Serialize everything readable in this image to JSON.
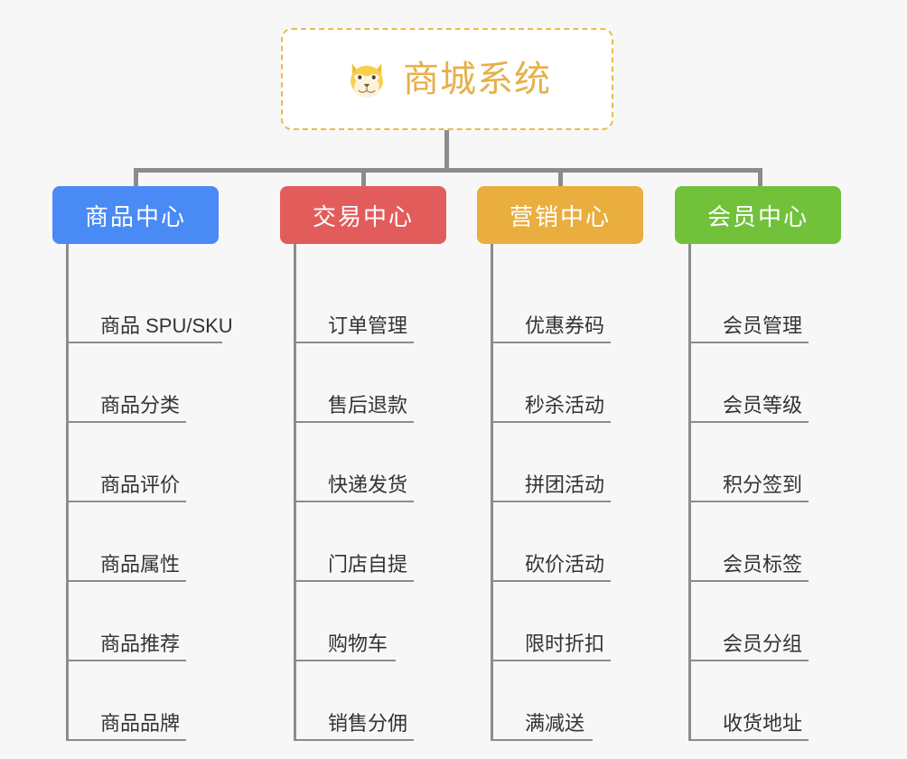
{
  "page": {
    "background_color": "#f7f7f7",
    "line_color": "#8c8c8c",
    "leaf_text_color": "#333333"
  },
  "root": {
    "title": "商城系统",
    "icon": "shiba-dog-face-icon",
    "border_color": "#edb94d",
    "text_color": "#e6b04a",
    "background_color": "#ffffff"
  },
  "branches": [
    {
      "title": "商品中心",
      "color": "#4a8af4",
      "items": [
        {
          "label": "商品 SPU/SKU"
        },
        {
          "label": "商品分类"
        },
        {
          "label": "商品评价"
        },
        {
          "label": "商品属性"
        },
        {
          "label": "商品推荐"
        },
        {
          "label": "商品品牌"
        }
      ]
    },
    {
      "title": "交易中心",
      "color": "#e35c5c",
      "items": [
        {
          "label": "订单管理"
        },
        {
          "label": "售后退款"
        },
        {
          "label": "快递发货"
        },
        {
          "label": "门店自提"
        },
        {
          "label": "购物车"
        },
        {
          "label": "销售分佣"
        }
      ]
    },
    {
      "title": "营销中心",
      "color": "#e9ae3e",
      "items": [
        {
          "label": "优惠券码"
        },
        {
          "label": "秒杀活动"
        },
        {
          "label": "拼团活动"
        },
        {
          "label": "砍价活动"
        },
        {
          "label": "限时折扣"
        },
        {
          "label": "满减送"
        }
      ]
    },
    {
      "title": "会员中心",
      "color": "#72c13b",
      "items": [
        {
          "label": "会员管理"
        },
        {
          "label": "会员等级"
        },
        {
          "label": "积分签到"
        },
        {
          "label": "会员标签"
        },
        {
          "label": "会员分组"
        },
        {
          "label": "收货地址"
        }
      ]
    }
  ]
}
